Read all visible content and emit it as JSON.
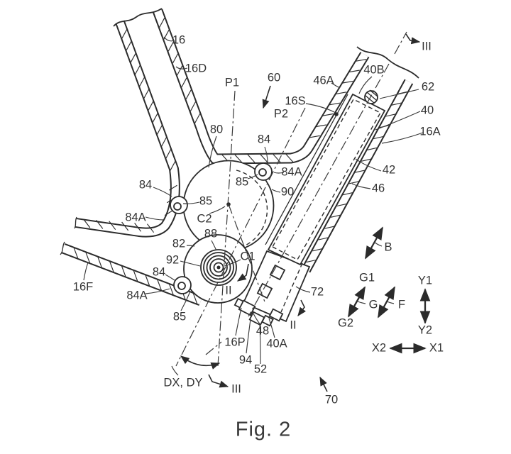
{
  "figure": {
    "caption": "Fig. 2"
  },
  "colors": {
    "line": "#2b2b2b",
    "background": "#ffffff",
    "text": "#333333"
  },
  "labels": {
    "p16": "16",
    "p16d": "16D",
    "p1": "P1",
    "p60": "60",
    "p46a": "46A",
    "p40b": "40B",
    "sec3_top": "III",
    "p62": "62",
    "p16s": "16S",
    "p40": "40",
    "p16a": "16A",
    "p2": "P2",
    "p80": "80",
    "p84_top": "84",
    "p84a_top": "84A",
    "p85_top": "85",
    "p90": "90",
    "p42": "42",
    "p46": "46",
    "p84_left": "84",
    "p85_left": "85",
    "p84a_left": "84A",
    "c2": "C2",
    "p88": "88",
    "p82": "82",
    "p92": "92",
    "c1": "C1",
    "p84_bot": "84",
    "p16f": "16F",
    "p84a_bot": "84A",
    "p85_bot": "85",
    "sec2_left": "II",
    "p72": "72",
    "sec2_right": "II",
    "p48": "48",
    "p16p": "16P",
    "p40a": "40A",
    "p94": "94",
    "p52": "52",
    "sec3_bot": "III",
    "dxdy": "DX, DY",
    "p70": "70",
    "b": "B",
    "g1": "G1",
    "g": "G",
    "g2": "G2",
    "f": "F",
    "y1": "Y1",
    "y2": "Y2",
    "x1": "X1",
    "x2": "X2"
  }
}
